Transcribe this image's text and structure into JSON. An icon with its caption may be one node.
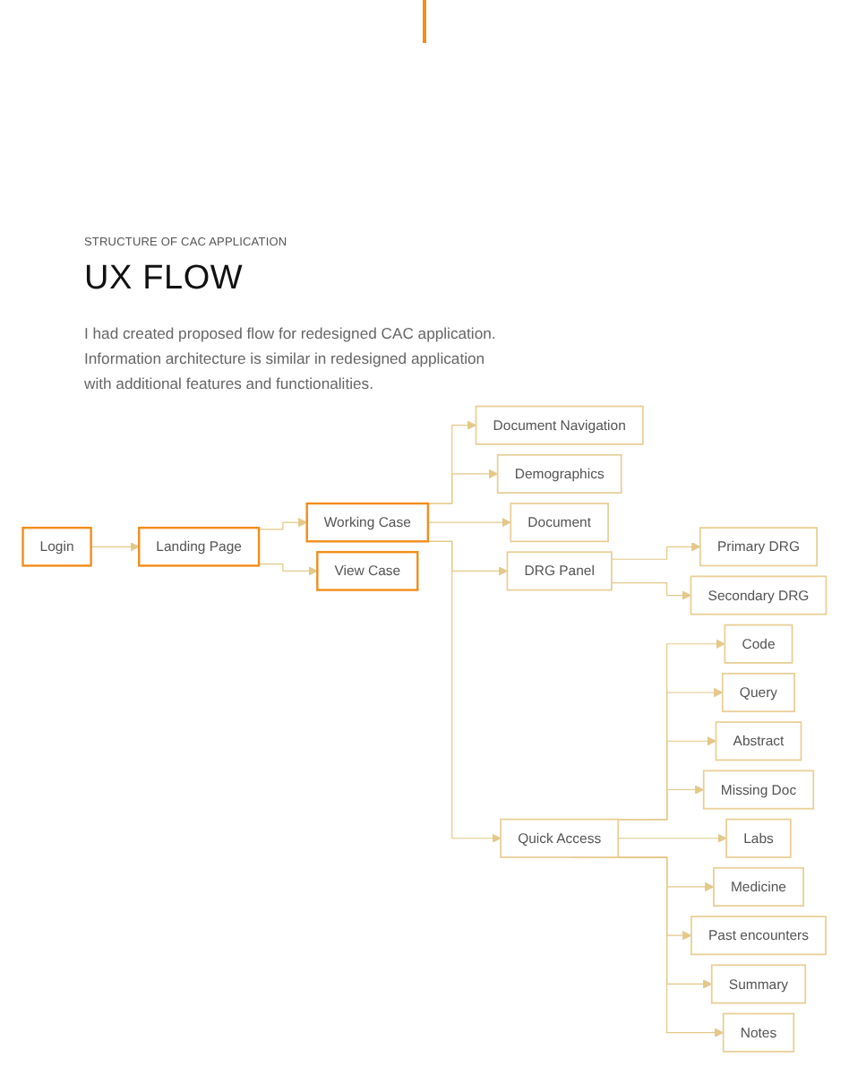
{
  "diagram": {
    "title": "UX FLOW",
    "nodes": [
      {
        "text": [
          "Login"
        ]
      },
      {
        "text": [
          "Landing Page"
        ]
      },
      {
        "text": [
          "Working Case"
        ]
      },
      {
        "text": [
          "View Case"
        ]
      },
      {
        "text": [
          "Document Navigation"
        ]
      },
      {
        "text": [
          "Demographics"
        ]
      },
      {
        "text": [
          "Document"
        ]
      },
      {
        "text": [
          "DRG Panel"
        ]
      },
      {
        "text": [
          "Quick Access"
        ]
      },
      {
        "text": [
          "Primary DRG"
        ]
      },
      {
        "text": [
          "Secondary DRG"
        ]
      },
      {
        "text": [
          "Code"
        ]
      },
      {
        "text": [
          "Query"
        ]
      },
      {
        "text": [
          "Abstract"
        ]
      },
      {
        "text": [
          "Missing Doc"
        ]
      },
      {
        "text": [
          "Labs"
        ]
      },
      {
        "text": [
          "Medicine"
        ]
      },
      {
        "text": [
          "Past encounters"
        ]
      },
      {
        "text": [
          "Summary"
        ]
      },
      {
        "text": [
          "Notes"
        ]
      }
    ],
    "edges": [
      {
        "from": 0,
        "to": 1,
        "arrow": "to"
      },
      {
        "from": 1,
        "to": 2,
        "arrow": "to"
      },
      {
        "from": 1,
        "to": 3,
        "arrow": "to"
      },
      {
        "from": 2,
        "to": 4,
        "arrow": "to"
      },
      {
        "from": 2,
        "to": 5,
        "arrow": "to"
      },
      {
        "from": 2,
        "to": 6,
        "arrow": "to"
      },
      {
        "from": 2,
        "to": 7,
        "arrow": "to"
      },
      {
        "from": 2,
        "to": 8,
        "arrow": "to"
      },
      {
        "from": 7,
        "to": 9,
        "arrow": "to"
      },
      {
        "from": 7,
        "to": 10,
        "arrow": "to"
      },
      {
        "from": 8,
        "to": 11,
        "arrow": "to"
      },
      {
        "from": 8,
        "to": 12,
        "arrow": "to"
      },
      {
        "from": 8,
        "to": 13,
        "arrow": "to"
      },
      {
        "from": 8,
        "to": 14,
        "arrow": "to"
      },
      {
        "from": 8,
        "to": 15,
        "arrow": "to"
      },
      {
        "from": 8,
        "to": 16,
        "arrow": "to"
      },
      {
        "from": 8,
        "to": 17,
        "arrow": "to"
      },
      {
        "from": 8,
        "to": 18,
        "arrow": "to"
      },
      {
        "from": 8,
        "to": 19,
        "arrow": "to"
      }
    ],
    "labels": [
      "STRUCTURE OF CAC APPLICATION",
      "I had created proposed flow for redesigned CAC application. Information architecture is similar in redesigned application with additional features and functionalities."
    ]
  }
}
